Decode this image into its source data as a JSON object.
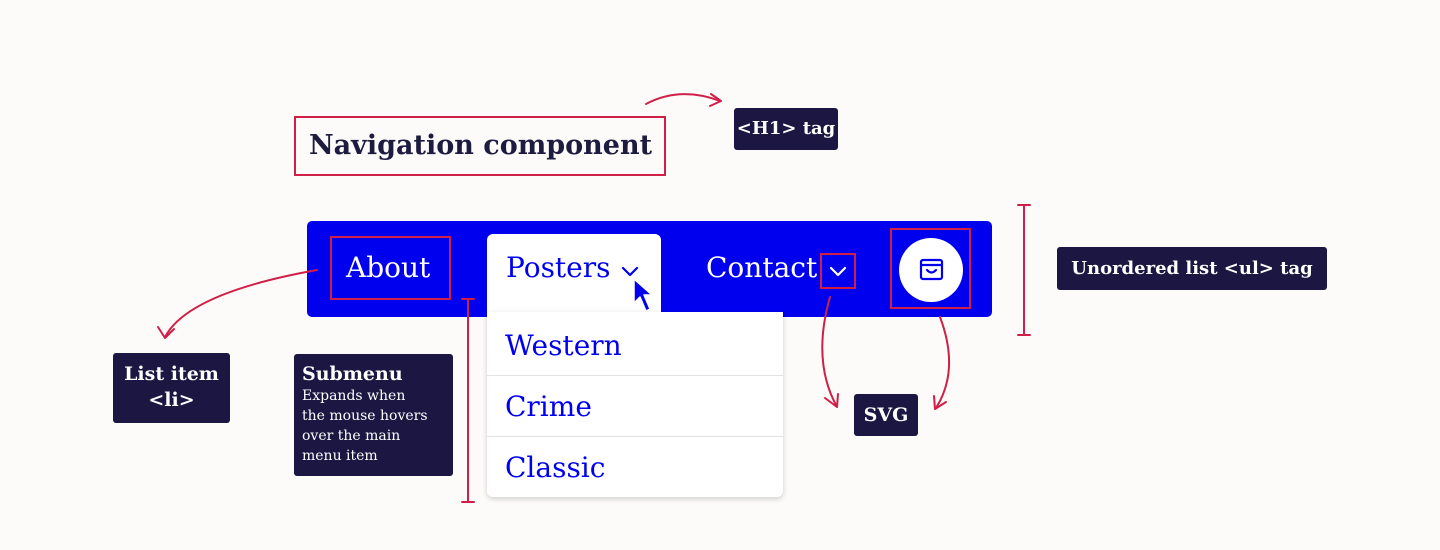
{
  "title": "Navigation component",
  "annotations": {
    "h1_tag": "<H1> tag",
    "ul_tag": "Unordered list <ul> tag",
    "li_line1": "List item",
    "li_line2": "<li>",
    "svg": "SVG",
    "submenu_title": "Submenu",
    "submenu_desc": [
      "Expands when",
      "the mouse hovers",
      "over the main",
      "menu item"
    ]
  },
  "nav": {
    "items": [
      {
        "label": "About"
      },
      {
        "label": "Posters"
      },
      {
        "label": "Contact"
      }
    ],
    "cart_icon": "shopping-bag-icon",
    "chevron_icon": "chevron-down-icon"
  },
  "submenu": {
    "items": [
      {
        "label": "Western"
      },
      {
        "label": "Crime"
      },
      {
        "label": "Classic"
      }
    ]
  },
  "colors": {
    "nav_blue": "#0000ee",
    "annotation_red": "#cf1f47",
    "label_dark": "#1b1642",
    "background": "#fcfbfa"
  }
}
